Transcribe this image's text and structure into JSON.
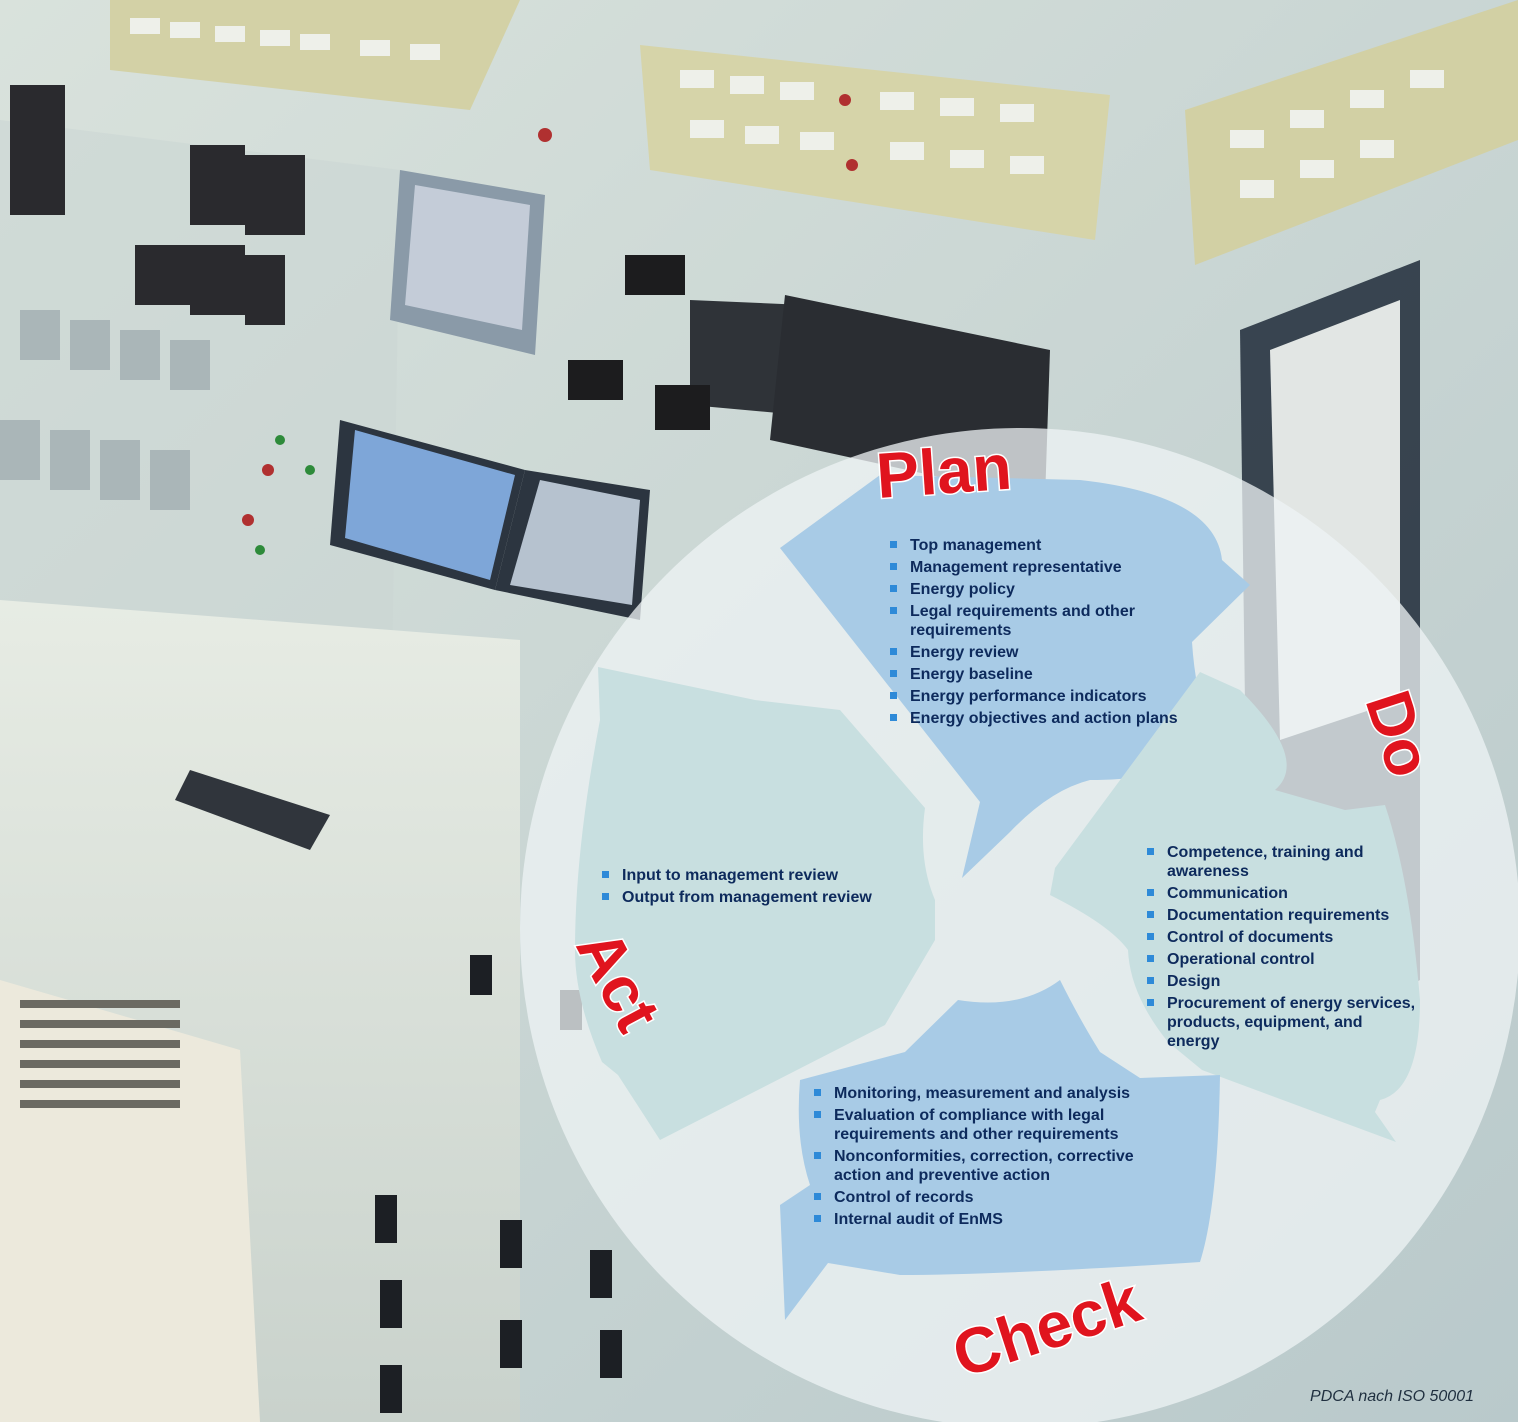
{
  "cycle": {
    "plan": {
      "label": "Plan",
      "items": [
        "Top management",
        "Management representative",
        "Energy policy",
        "Legal requirements and other requirements",
        "Energy review",
        "Energy baseline",
        "Energy performance indicators",
        "Energy objectives and action plans"
      ]
    },
    "do": {
      "label": "Do",
      "items": [
        "Competence, training and awareness",
        "Communication",
        "Documentation requirements",
        "Control of documents",
        "Operational control",
        "Design",
        "Procurement of energy services, products, equipment, and energy"
      ]
    },
    "check": {
      "label": "Check",
      "items": [
        "Monitoring, measurement and analysis",
        "Evaluation of compliance with legal requirements and other requirements",
        "Nonconformities, correction, corrective action and preventive action",
        "Control of records",
        "Internal audit of EnMS"
      ]
    },
    "act": {
      "label": "Act",
      "items": [
        "Input to management review",
        "Output from management review"
      ]
    }
  },
  "caption": "PDCA nach ISO 50001",
  "colors": {
    "phase_label": "#e0141e",
    "item_text": "#0d2a5c",
    "bullet": "#2e8ad8",
    "plan_check_fill": "#a8cbe6",
    "do_act_fill": "#c8dfe0",
    "circle": "#eef3f4"
  }
}
